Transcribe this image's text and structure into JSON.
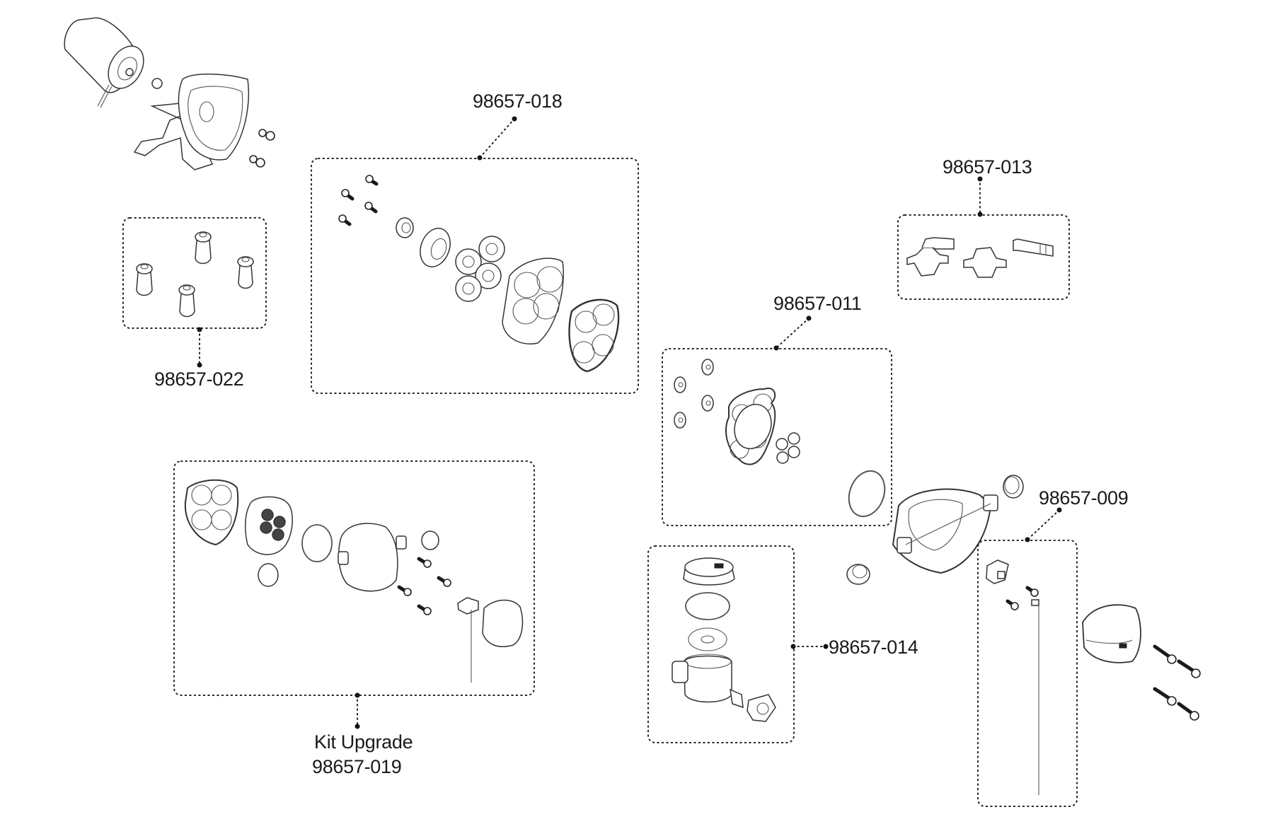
{
  "diagram": {
    "type": "exploded-parts-diagram",
    "colors": {
      "line": "#222222",
      "background": "#ffffff",
      "label": "#1a1a1a"
    },
    "kits": [
      {
        "id": "kit-018",
        "part_number": "98657-018",
        "label": "98657-018",
        "contents": [
          "4 screws",
          "bushing",
          "bearing",
          "eccentric cam assembly",
          "diaphragm housing",
          "diaphragm"
        ]
      },
      {
        "id": "kit-022",
        "part_number": "98657-022",
        "label": "98657-022",
        "contents": [
          "4 rubber feet / grommets"
        ]
      },
      {
        "id": "kit-013",
        "part_number": "98657-013",
        "label": "98657-013",
        "contents": [
          "elbow hose barb fitting with nut",
          "wing nut",
          "straight hose barb"
        ]
      },
      {
        "id": "kit-011",
        "part_number": "98657-011",
        "label": "98657-011",
        "contents": [
          "4 valve caps",
          "valve plate assembly",
          "4 check valves",
          "o-ring"
        ]
      },
      {
        "id": "kit-019",
        "part_number": "98657-019",
        "label_line1": "Kit Upgrade",
        "label_line2": "98657-019",
        "contents": [
          "diaphragm",
          "valve assembly",
          "o-ring",
          "cap",
          "pump head",
          "plug",
          "4 screws",
          "pressure switch",
          "switch cover"
        ]
      },
      {
        "id": "kit-014",
        "part_number": "98657-014",
        "label": "98657-014",
        "contents": [
          "strainer cap",
          "o-ring",
          "filter screen",
          "strainer body",
          "hose barb nut"
        ]
      },
      {
        "id": "kit-009",
        "part_number": "98657-009",
        "label": "98657-009",
        "contents": [
          "pressure switch",
          "2 screws",
          "wire"
        ]
      }
    ],
    "loose_parts": [
      "motor",
      "motor mount bracket",
      "motor screws",
      "pump head housing",
      "check valve cap",
      "plug",
      "switch cover",
      "4 long screws"
    ]
  }
}
